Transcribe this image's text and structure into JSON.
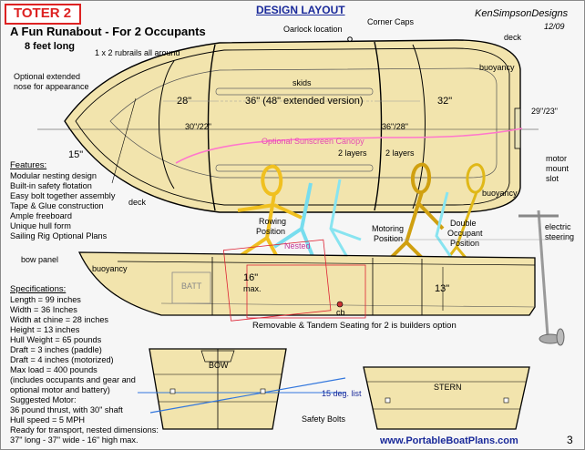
{
  "header": {
    "title": "TOTER 2",
    "section": "DESIGN LAYOUT",
    "designer": "KenSimpsonDesigns",
    "date": "12/09",
    "subtitle": "A Fun Runabout - For 2 Occupants",
    "length_note": "8 feet long"
  },
  "plan_labels": {
    "rubrails": "1 x 2 rubrails all around",
    "oarlock": "Oarlock location",
    "corner_caps": "Corner Caps",
    "deck_top": "deck",
    "buoyancy_top": "buoyancy",
    "nose_note": [
      "Optional extended",
      "nose for appearance"
    ],
    "skids": "skids",
    "dim_28": "28\"",
    "dim_36": "36\" (48\" extended version)",
    "dim_32": "32\"",
    "dim_30_22": "30\"/22\"",
    "dim_36_28": "36\"/28\"",
    "dim_29_23": "29\"/23\"",
    "dim_15": "15\"",
    "canopy": "Optional Sunscreen Canopy",
    "layers_1": "2 layers",
    "layers_2": "2 layers",
    "motor_slot": [
      "motor",
      "mount",
      "slot"
    ],
    "buoyancy_bottom": "buoyancy",
    "deck_bottom": "deck"
  },
  "features": {
    "heading": "Features:",
    "items": [
      "Modular nesting design",
      "Built-in safety flotation",
      "Easy bolt together assembly",
      "Tape & Glue construction",
      "Ample freeboard",
      "Unique hull form",
      "Sailing Rig Optional Plans"
    ]
  },
  "positions": {
    "rowing": [
      "Rowing",
      "Position"
    ],
    "motoring": [
      "Motoring",
      "Position"
    ],
    "double": [
      "Double",
      "Occupant",
      "Position"
    ],
    "nested": "Nested",
    "electric": [
      "electric",
      "steering"
    ]
  },
  "profile_labels": {
    "bow_panel": "bow panel",
    "buoyancy": "buoyancy",
    "batt": "BATT",
    "dim_16": "16\"",
    "max": "max.",
    "cb": "cb",
    "dim_13": "13\"",
    "seating_note": "Removable & Tandem Seating for 2 is builders option"
  },
  "specifications": {
    "heading": "Specifications:",
    "lines": [
      "Length = 99 inches",
      "Width = 36 Inches",
      "Width at chine = 28 inches",
      "Height = 13 inches",
      "Hull Weight = 65 pounds",
      "Draft = 3 inches (paddle)",
      "Draft = 4 inches (motorized)",
      "Max load = 400 pounds",
      " (includes occupants and gear and",
      " optional motor and battery)",
      "Suggested Motor:",
      "36 pound thrust, with 30\" shaft",
      "Hull speed = 5 MPH",
      "Ready for transport, nested dimensions:",
      "  37\" long - 37\" wide - 16\" high max."
    ]
  },
  "sections": {
    "bow": "BOW",
    "stern": "STERN",
    "list": "15 deg. list",
    "bolts": "Safety Bolts"
  },
  "footer": {
    "url": "www.PortableBoatPlans.com",
    "page": "3"
  }
}
